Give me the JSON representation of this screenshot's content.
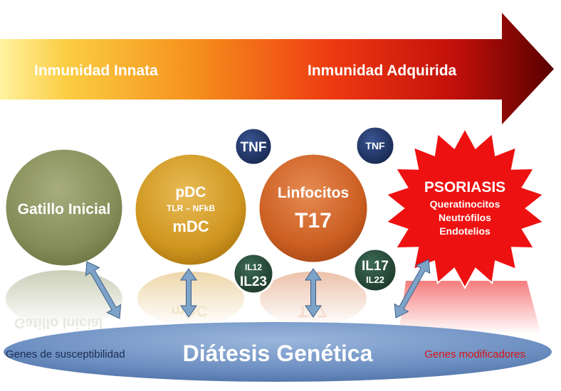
{
  "arrow": {
    "left_label": "Inmunidad Innata",
    "right_label": "Inmunidad Adquirida"
  },
  "circles": {
    "gatillo": {
      "label": "Gatillo Inicial"
    },
    "dc": {
      "line1": "pDC",
      "line2": "TLR – NFkB",
      "line3": "mDC"
    },
    "t17": {
      "line1": "Linfocitos",
      "line2": "T17"
    }
  },
  "cytokines": {
    "tnf_a": "TNF",
    "tnf_b": "TNF",
    "il12": "IL12",
    "il23": "IL23",
    "il17": "IL17",
    "il22": "IL22"
  },
  "psoriasis": {
    "title": "PSORIASIS",
    "items": [
      "Queratinocitos",
      "Neutrófilos",
      "Endotelios"
    ]
  },
  "base": {
    "title": "Diátesis Genética",
    "left": "Genes de susceptibilidad",
    "right": "Genes modificadores"
  },
  "reflections": {
    "gatillo": "Gatillo Inicial",
    "dc": "mDC",
    "t17": "T17"
  },
  "colors": {
    "arrow_start": "#fde26a",
    "arrow_mid": "#f05a10",
    "arrow_end": "#5a0000",
    "gatillo": "#8c9460",
    "dc": "#d49a2a",
    "t17": "#d0652a",
    "cytokine_navy": "#1e2f60",
    "cytokine_green": "#27493a",
    "psoriasis": "#ee1111",
    "base": "#6f8fc0",
    "arrows": "#7ea3c8"
  }
}
